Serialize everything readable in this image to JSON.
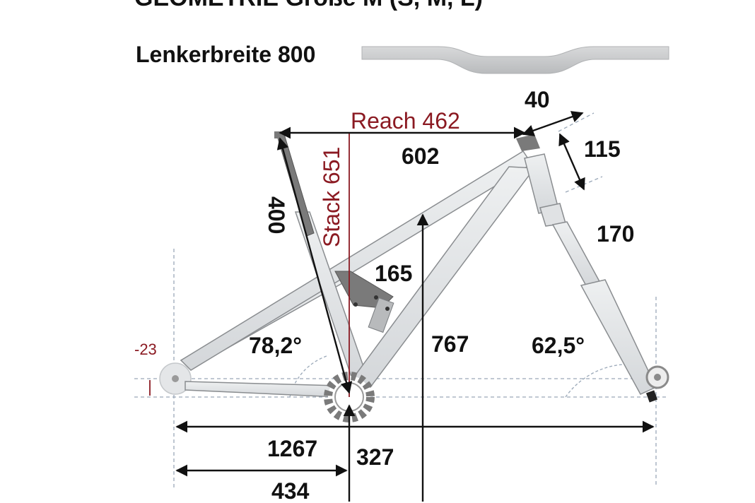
{
  "header": {
    "title_partial": "GEOMETRIE Größe M (S, M, L)",
    "handlebar_label": "Lenkerbreite 800"
  },
  "dimensions": {
    "stem_length": "40",
    "reach": "Reach 462",
    "top_tube": "602",
    "head_tube": "115",
    "stack": "Stack 651",
    "seat_tube": "400",
    "fork_length": "170",
    "shock_stroke": "165",
    "bb_height": "767",
    "seat_angle": "78,2°",
    "head_angle": "62,5°",
    "bb_drop": "-23",
    "wheelbase": "1267",
    "chainstay": "434",
    "bb_to_ground": "327"
  },
  "colors": {
    "accent_red": "#8b1a22",
    "frame_fill": "#e6e8ea",
    "frame_stroke": "#8a8d90",
    "dark_part": "#7a7a7a",
    "guide_line": "#9aa8b8"
  }
}
